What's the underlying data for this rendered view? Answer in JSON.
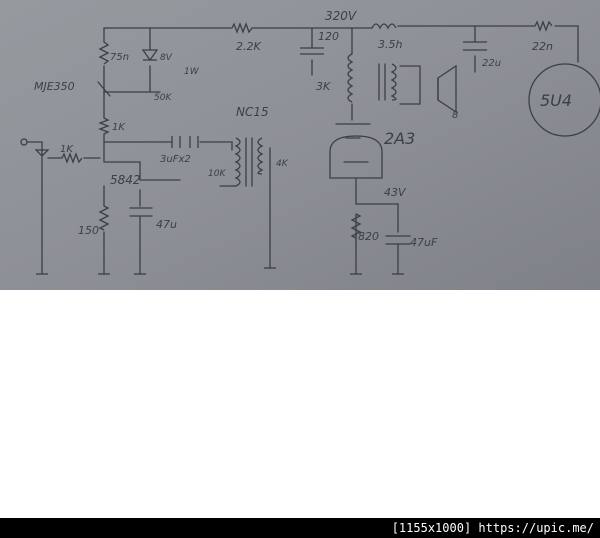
{
  "photo": {
    "labels": {
      "voltage_b_plus": "320V",
      "r_75": "75n",
      "zener": "8V",
      "zener_power": "1W",
      "r_2k2": "2.2K",
      "cap_120": "120",
      "r_3k": "3K",
      "choke": "3.5h",
      "cap_22": "22u",
      "r_22": "22n",
      "rectifier_tube": "5U4",
      "transistor": "MJE350",
      "r_50k": "50K",
      "r_1k_col": "1K",
      "interstage": "NC15",
      "tube": "2A3",
      "speaker": "8",
      "input_r": "1K",
      "cap_coupling": "3uFx2",
      "sec_10k": "10K",
      "sec_4k": "4K",
      "cathode_v": "43V",
      "driver_tube": "5842",
      "r_150": "150",
      "cap_47": "47u",
      "r_820": "820",
      "cap_47uf": "47uF"
    },
    "colors": {
      "paper": "#8e9197",
      "ink": "#3a3f48"
    }
  },
  "footer": {
    "caption": "[1155x1000] https://upic.me/"
  }
}
